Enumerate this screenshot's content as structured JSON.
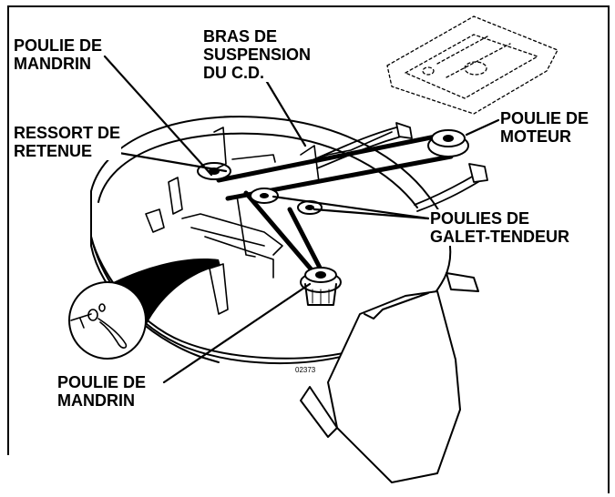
{
  "labels": {
    "poulie_mandrin_top": {
      "line1": "POULIE DE",
      "line2": "MANDRIN"
    },
    "bras_suspension": {
      "line1": "BRAS DE",
      "line2": "SUSPENSION",
      "line3": "DU C.D."
    },
    "ressort_retenue": {
      "line1": "RESSORT DE",
      "line2": "RETENUE"
    },
    "poulie_moteur": {
      "line1": "POULIE DE",
      "line2": "MOTEUR"
    },
    "poulies_galet": {
      "line1": "POULIES DE",
      "line2": "GALET-TENDEUR"
    },
    "poulie_mandrin_bottom": {
      "line1": "POULIE DE",
      "line2": "MANDRIN"
    }
  },
  "figure_number": "02373"
}
